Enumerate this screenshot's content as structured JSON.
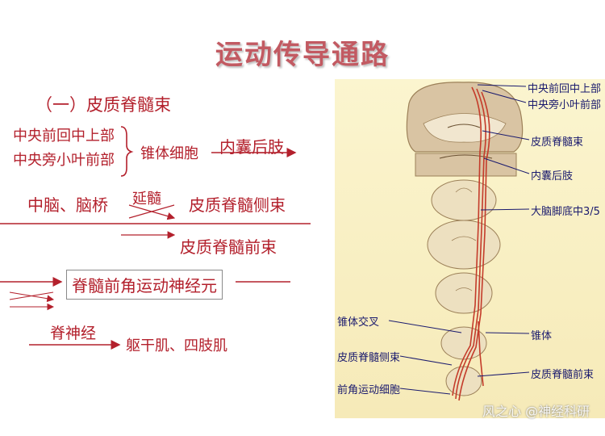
{
  "title": "运动传导通路",
  "section_heading": "（一）皮质脊髓束",
  "left": {
    "origin_1": "中央前回中上部",
    "origin_2": "中央旁小叶前部",
    "cell": "锥体细胞",
    "capsule": "内囊后肢",
    "midbrain": "中脑、脑桥",
    "medulla": "延髓",
    "lateral_tract": "皮质脊髓侧束",
    "anterior_tract": "皮质脊髓前束",
    "anterior_horn": "脊髓前角运动神经元",
    "spinal_nerve": "脊神经",
    "muscles": "躯干肌、四肢肌"
  },
  "figure_labels": {
    "precentral": "中央前回中上部",
    "paracentral": "中央旁小叶前部",
    "ct_tract": "皮质脊髓束",
    "internal_capsule": "内囊后肢",
    "cerebral_peduncle": "大脑脚底中3/5",
    "decussation": "锥体交叉",
    "pyramid": "锥体",
    "lateral_ct": "皮质脊髓侧束",
    "anterior_ct": "皮质脊髓前束",
    "anterior_horn_cell": "前角运动细胞"
  },
  "watermark": "风之心 @神经科研",
  "colors": {
    "title": "#c25a62",
    "text_red": "#b3202c",
    "label_blue": "#1a1a6e",
    "figure_bg": "#fbf5cf"
  }
}
